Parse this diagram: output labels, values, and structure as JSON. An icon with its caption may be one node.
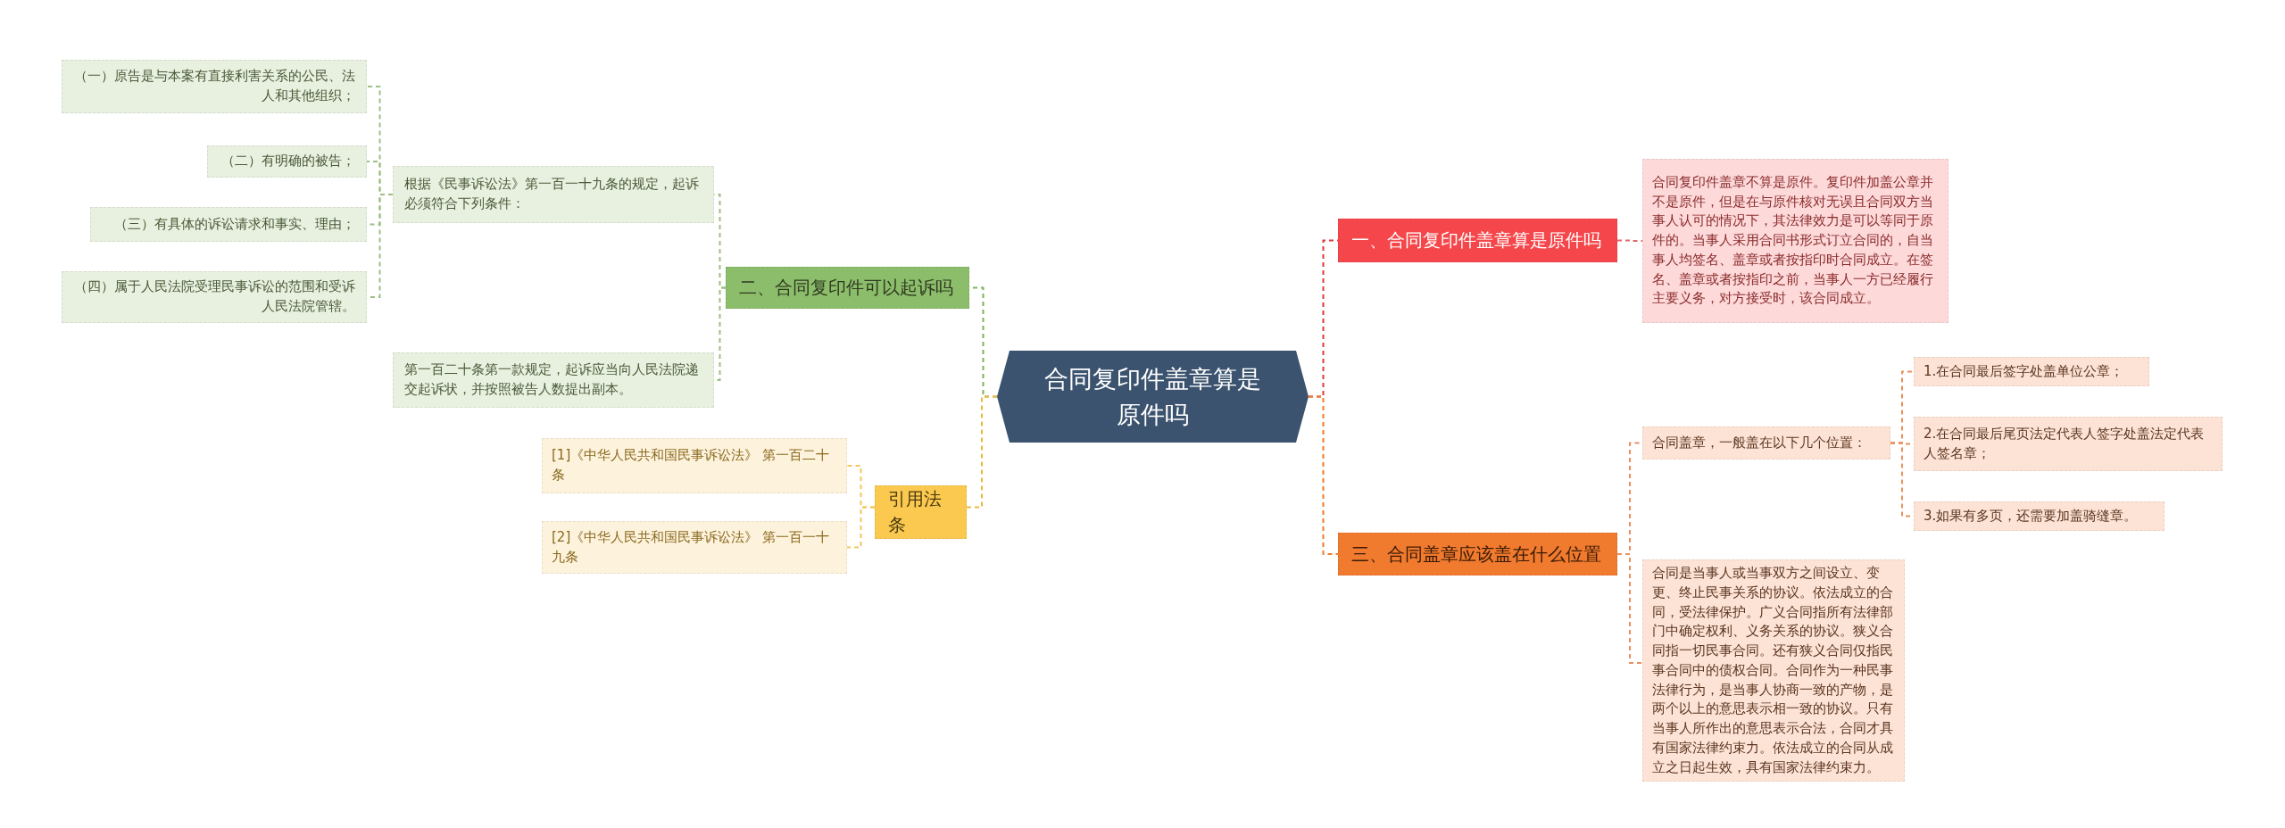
{
  "diagram": {
    "nodes": [
      {
        "text": [
          "合同复印件盖章算是原件吗"
        ]
      },
      {
        "text": [
          "二、合同复印件可以起诉吗"
        ]
      },
      {
        "text": [
          "根据《民事诉讼法》第一百一十九条的规定，起诉必须符合下列条件："
        ]
      },
      {
        "text": [
          "（一）原告是与本案有直接利害关系的公民、法人和其他组织；"
        ]
      },
      {
        "text": [
          "（二）有明确的被告；"
        ]
      },
      {
        "text": [
          "（三）有具体的诉讼请求和事实、理由；"
        ]
      },
      {
        "text": [
          "（四）属于人民法院受理民事诉讼的范围和受诉人民法院管辖。"
        ]
      },
      {
        "text": [
          "第一百二十条第一款规定，起诉应当向人民法院递交起诉状，并按照被告人数提出副本。"
        ]
      },
      {
        "text": [
          "引用法条"
        ]
      },
      {
        "text": [
          "[1]《中华人民共和国民事诉讼法》 第一百二十条"
        ]
      },
      {
        "text": [
          "[2]《中华人民共和国民事诉讼法》 第一百一十九条"
        ]
      },
      {
        "text": [
          "一、合同复印件盖章算是原件吗"
        ]
      },
      {
        "text": [
          "合同复印件盖章不算是原件。复印件加盖公章并不是原件，但是在与原件核对无误且合同双方当事人认可的情况下，其法律效力是可以等同于原件的。当事人采用合同书形式订立合同的，自当事人均签名、盖章或者按指印时合同成立。在签名、盖章或者按指印之前，当事人一方已经履行主要义务，对方接受时，该合同成立。"
        ]
      },
      {
        "text": [
          "三、合同盖章应该盖在什么位置"
        ]
      },
      {
        "text": [
          "合同盖章，一般盖在以下几个位置："
        ]
      },
      {
        "text": [
          "1.在合同最后签字处盖单位公章；"
        ]
      },
      {
        "text": [
          "2.在合同最后尾页法定代表人签字处盖法定代表人签名章；"
        ]
      },
      {
        "text": [
          "3.如果有多页，还需要加盖骑缝章。"
        ]
      },
      {
        "text": [
          "合同是当事人或当事双方之间设立、变更、终止民事关系的协议。依法成立的合同，受法律保护。广义合同指所有法律部门中确定权利、义务关系的协议。狭义合同指一切民事合同。还有狭义合同仅指民事合同中的债权合同。合同作为一种民事法律行为，是当事人协商一致的产物，是两个以上的意思表示相一致的协议。只有当事人所作出的意思表示合法，合同才具有国家法律约束力。依法成立的合同从成立之日起生效，具有国家法律约束力。"
        ]
      }
    ],
    "edges": [
      {
        "from": 0,
        "to": 1,
        "arrow": "none",
        "color": "#7cb35a"
      },
      {
        "from": 1,
        "to": 2,
        "arrow": "none",
        "color": "#9cbf84"
      },
      {
        "from": 2,
        "to": 3,
        "arrow": "none",
        "color": "#9cbf84"
      },
      {
        "from": 2,
        "to": 4,
        "arrow": "none",
        "color": "#9cbf84"
      },
      {
        "from": 2,
        "to": 5,
        "arrow": "none",
        "color": "#9cbf84"
      },
      {
        "from": 2,
        "to": 6,
        "arrow": "none",
        "color": "#9cbf84"
      },
      {
        "from": 1,
        "to": 7,
        "arrow": "none",
        "color": "#9cbf84"
      },
      {
        "from": 0,
        "to": 8,
        "arrow": "none",
        "color": "#f0b83c"
      },
      {
        "from": 8,
        "to": 9,
        "arrow": "none",
        "color": "#f0c860"
      },
      {
        "from": 8,
        "to": 10,
        "arrow": "none",
        "color": "#f0c860"
      },
      {
        "from": 0,
        "to": 11,
        "arrow": "none",
        "color": "#e0393e"
      },
      {
        "from": 11,
        "to": 12,
        "arrow": "none",
        "color": "#e06a6e"
      },
      {
        "from": 0,
        "to": 13,
        "arrow": "none",
        "color": "#ef7a30"
      },
      {
        "from": 13,
        "to": 14,
        "arrow": "none",
        "color": "#e89060"
      },
      {
        "from": 14,
        "to": 15,
        "arrow": "none",
        "color": "#e89060"
      },
      {
        "from": 14,
        "to": 16,
        "arrow": "none",
        "color": "#e89060"
      },
      {
        "from": 14,
        "to": 17,
        "arrow": "none",
        "color": "#e89060"
      },
      {
        "from": 13,
        "to": 18,
        "arrow": "none",
        "color": "#e89060"
      }
    ]
  }
}
